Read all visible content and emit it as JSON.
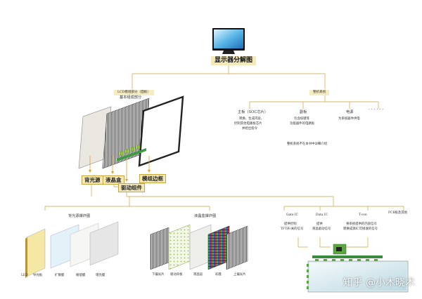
{
  "title": "显示器分解图",
  "lcd": {
    "title": "LCD模组部分（面板）",
    "subtitle": "基本组成部分",
    "parts": [
      "背光源",
      "液晶盒",
      "驱动组件",
      "模组边框"
    ]
  },
  "system": {
    "title": "整机系统",
    "items": [
      {
        "name": "主板（SOC芯片）",
        "desc": [
          "转换、生成内容，",
          "控制其他电路板芯片",
          "并给出指令"
        ]
      },
      {
        "name": "副板",
        "desc": [
          "包含按键等",
          "功能器件的电路板"
        ]
      },
      {
        "name": "电源",
        "desc": [
          "为系统器件供电"
        ]
      },
      {
        "name": "· · · · · ·",
        "desc": []
      }
    ],
    "note": "整机系统不在本书中详细介绍"
  },
  "backlight": {
    "title": "背光源爆炸图",
    "layers": [
      "LED",
      "导光板",
      "扩散膜",
      "棱镜膜",
      "增亮膜"
    ]
  },
  "cell": {
    "title": "液晶盒爆炸图",
    "layers": [
      "下偏光片",
      "驱动背板",
      "液晶层",
      "彩膜",
      "上偏光片"
    ]
  },
  "driver": {
    "items": [
      {
        "name": "Gate IC",
        "desc": [
          "提供控制",
          "TFT开/关的信号"
        ]
      },
      {
        "name": "Data IC",
        "desc": [
          "提供",
          "液晶驱动信号"
        ]
      },
      {
        "name": "T-con",
        "desc": [
          "将系统提供的内容信号",
          "转换成源IC可接收的信号"
        ]
      },
      {
        "name": "PCB板及其他",
        "desc": []
      }
    ]
  },
  "watermark": "知乎 @小木晓术",
  "colors": {
    "line": "#c9a43a",
    "arrow": "#e0a030",
    "box": "#f4e9b8"
  }
}
